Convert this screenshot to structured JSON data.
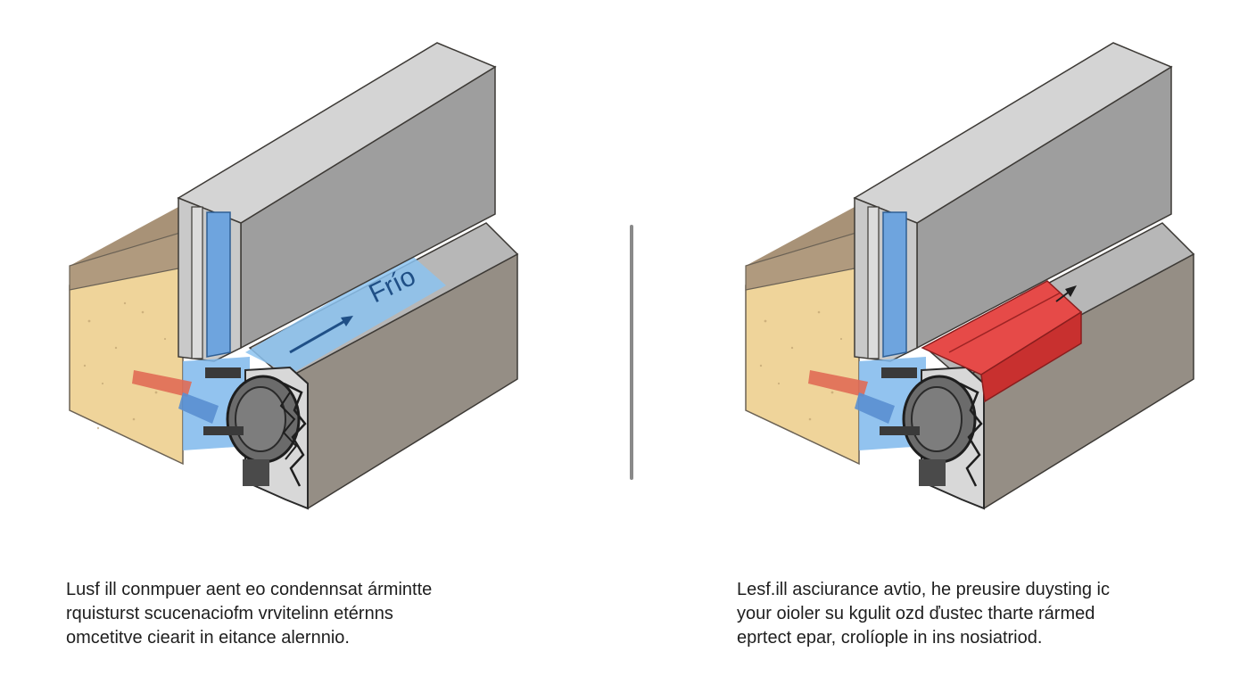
{
  "colors": {
    "wall_light": "#c9c9c9",
    "wall_dark": "#9e9e9e",
    "wall_top": "#d4d4d4",
    "concrete_base": "#958e85",
    "soil": "#a89277",
    "insulation": "#efd49a",
    "glass_blue": "#6ea4de",
    "cold_flow": "#8cc3f0",
    "warm_arrow": "#e06b55",
    "red_barrier": "#e0403f",
    "profile_dark": "#3a3a3a",
    "divider": "#8a8a8a"
  },
  "left_panel": {
    "label": "Frío",
    "icons": [
      "cold-flow-arrow-icon",
      "heat-arrow-icon"
    ],
    "caption_lines": [
      "Lusf ill conmpuer aent eo condennsat ármintte",
      "rquisturst scucenaciofm vrvitelinn etérnns",
      "omcetitve ciearit in eitance alernnio."
    ]
  },
  "right_panel": {
    "icons": [
      "thermal-barrier-icon",
      "up-arrow-icon",
      "heat-arrow-icon"
    ],
    "caption_lines": [
      "Lesf.ill asciurance avtio, he preusire duysting ic",
      "your oioler su kgulit ozd ďustec tharte rármed",
      "eprtect epar, crolíople in ins nosiatriod."
    ]
  }
}
